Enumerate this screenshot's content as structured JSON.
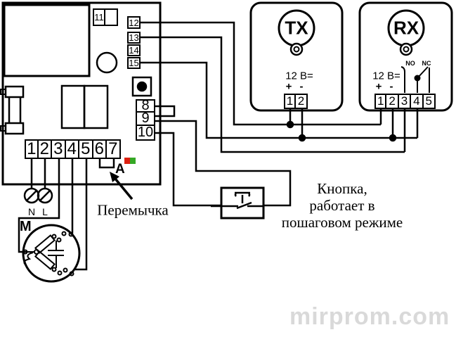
{
  "board": {
    "terminal_block_top": {
      "label": "11"
    },
    "terminals_right": [
      "12",
      "13",
      "14",
      "15"
    ],
    "terminals_mid": [
      "8",
      "9",
      "10"
    ],
    "terminals_bottom": [
      "1",
      "2",
      "3",
      "4",
      "5",
      "6",
      "7"
    ],
    "indicator_label": "A",
    "neutral_label": "N",
    "line_label": "L",
    "motor_label": "М"
  },
  "tx": {
    "title": "TX",
    "voltage": "12 В=",
    "plus": "+",
    "minus": "-",
    "terminals": [
      "1",
      "2"
    ]
  },
  "rx": {
    "title": "RX",
    "voltage": "12 В=",
    "plus": "+",
    "minus": "-",
    "contact_no": "NO",
    "contact_nc": "NC",
    "terminals": [
      "1",
      "2",
      "3",
      "4",
      "5"
    ]
  },
  "annotations": {
    "jumper": "Перемычка",
    "button_line1": "Кнопка,",
    "button_line2": "работает в",
    "button_line3": "пошаговом режиме"
  },
  "watermark": "mirprom.com",
  "colors": {
    "led_red": "#dd2010",
    "led_green": "#35a825",
    "wire": "#000000",
    "watermark_gray": "#d9d9d9"
  }
}
